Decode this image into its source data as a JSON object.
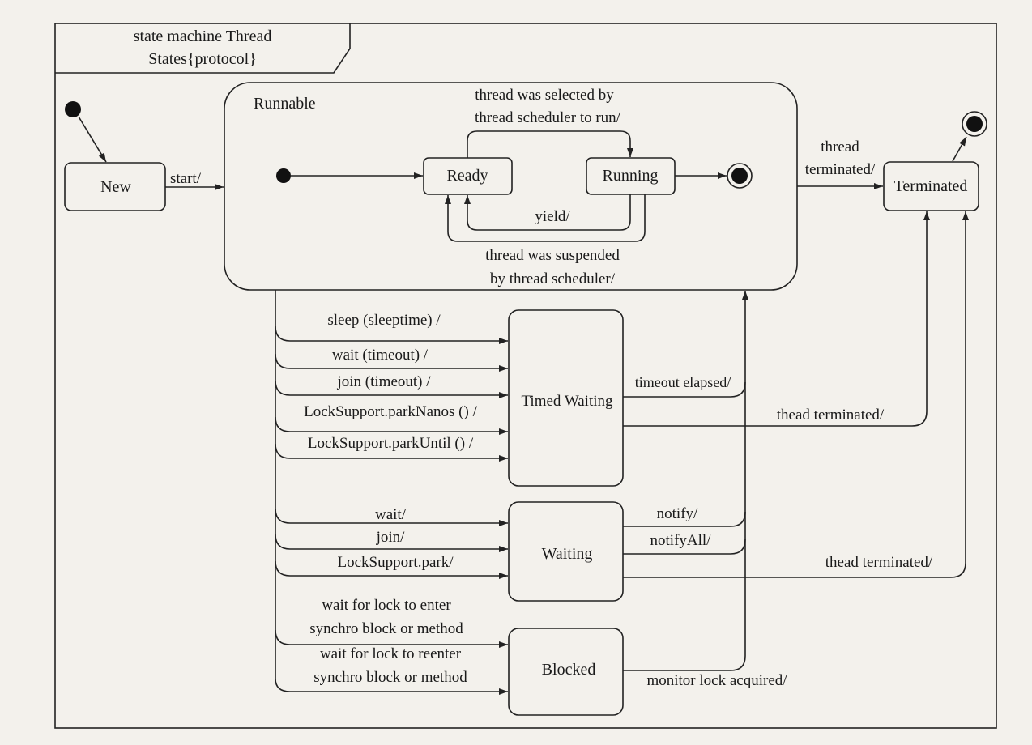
{
  "frame": {
    "title_line1": "state machine Thread",
    "title_line2": "States{protocol}"
  },
  "states": {
    "new": "New",
    "runnable": "Runnable",
    "ready": "Ready",
    "running": "Running",
    "terminated": "Terminated",
    "timed_waiting": "Timed Waiting",
    "waiting": "Waiting",
    "blocked": "Blocked"
  },
  "transitions": {
    "start": "start/",
    "selected_line1": "thread was selected by",
    "selected_line2": "thread scheduler to run/",
    "yield": "yield/",
    "suspended_line1": "thread was suspended",
    "suspended_line2": "by thread scheduler/",
    "terminated_line1": "thread",
    "terminated_line2": "terminated/",
    "sleep": "sleep (sleeptime) /",
    "wait_timeout": "wait (timeout) /",
    "join_timeout": "join (timeout) /",
    "park_nanos": "LockSupport.parkNanos () /",
    "park_until": "LockSupport.parkUntil () /",
    "timeout_elapsed": "timeout elapsed/",
    "thead_terminated_1": "thead terminated/",
    "wait": "wait/",
    "join": "join/",
    "park": "LockSupport.park/",
    "notify": "notify/",
    "notify_all": "notifyAll/",
    "thead_terminated_2": "thead terminated/",
    "lock_enter_line1": "wait for lock to enter",
    "lock_enter_line2": "synchro block or method",
    "lock_reenter_line1": "wait for lock to reenter",
    "lock_reenter_line2": "synchro block or method",
    "monitor_lock": "monitor lock acquired/"
  }
}
